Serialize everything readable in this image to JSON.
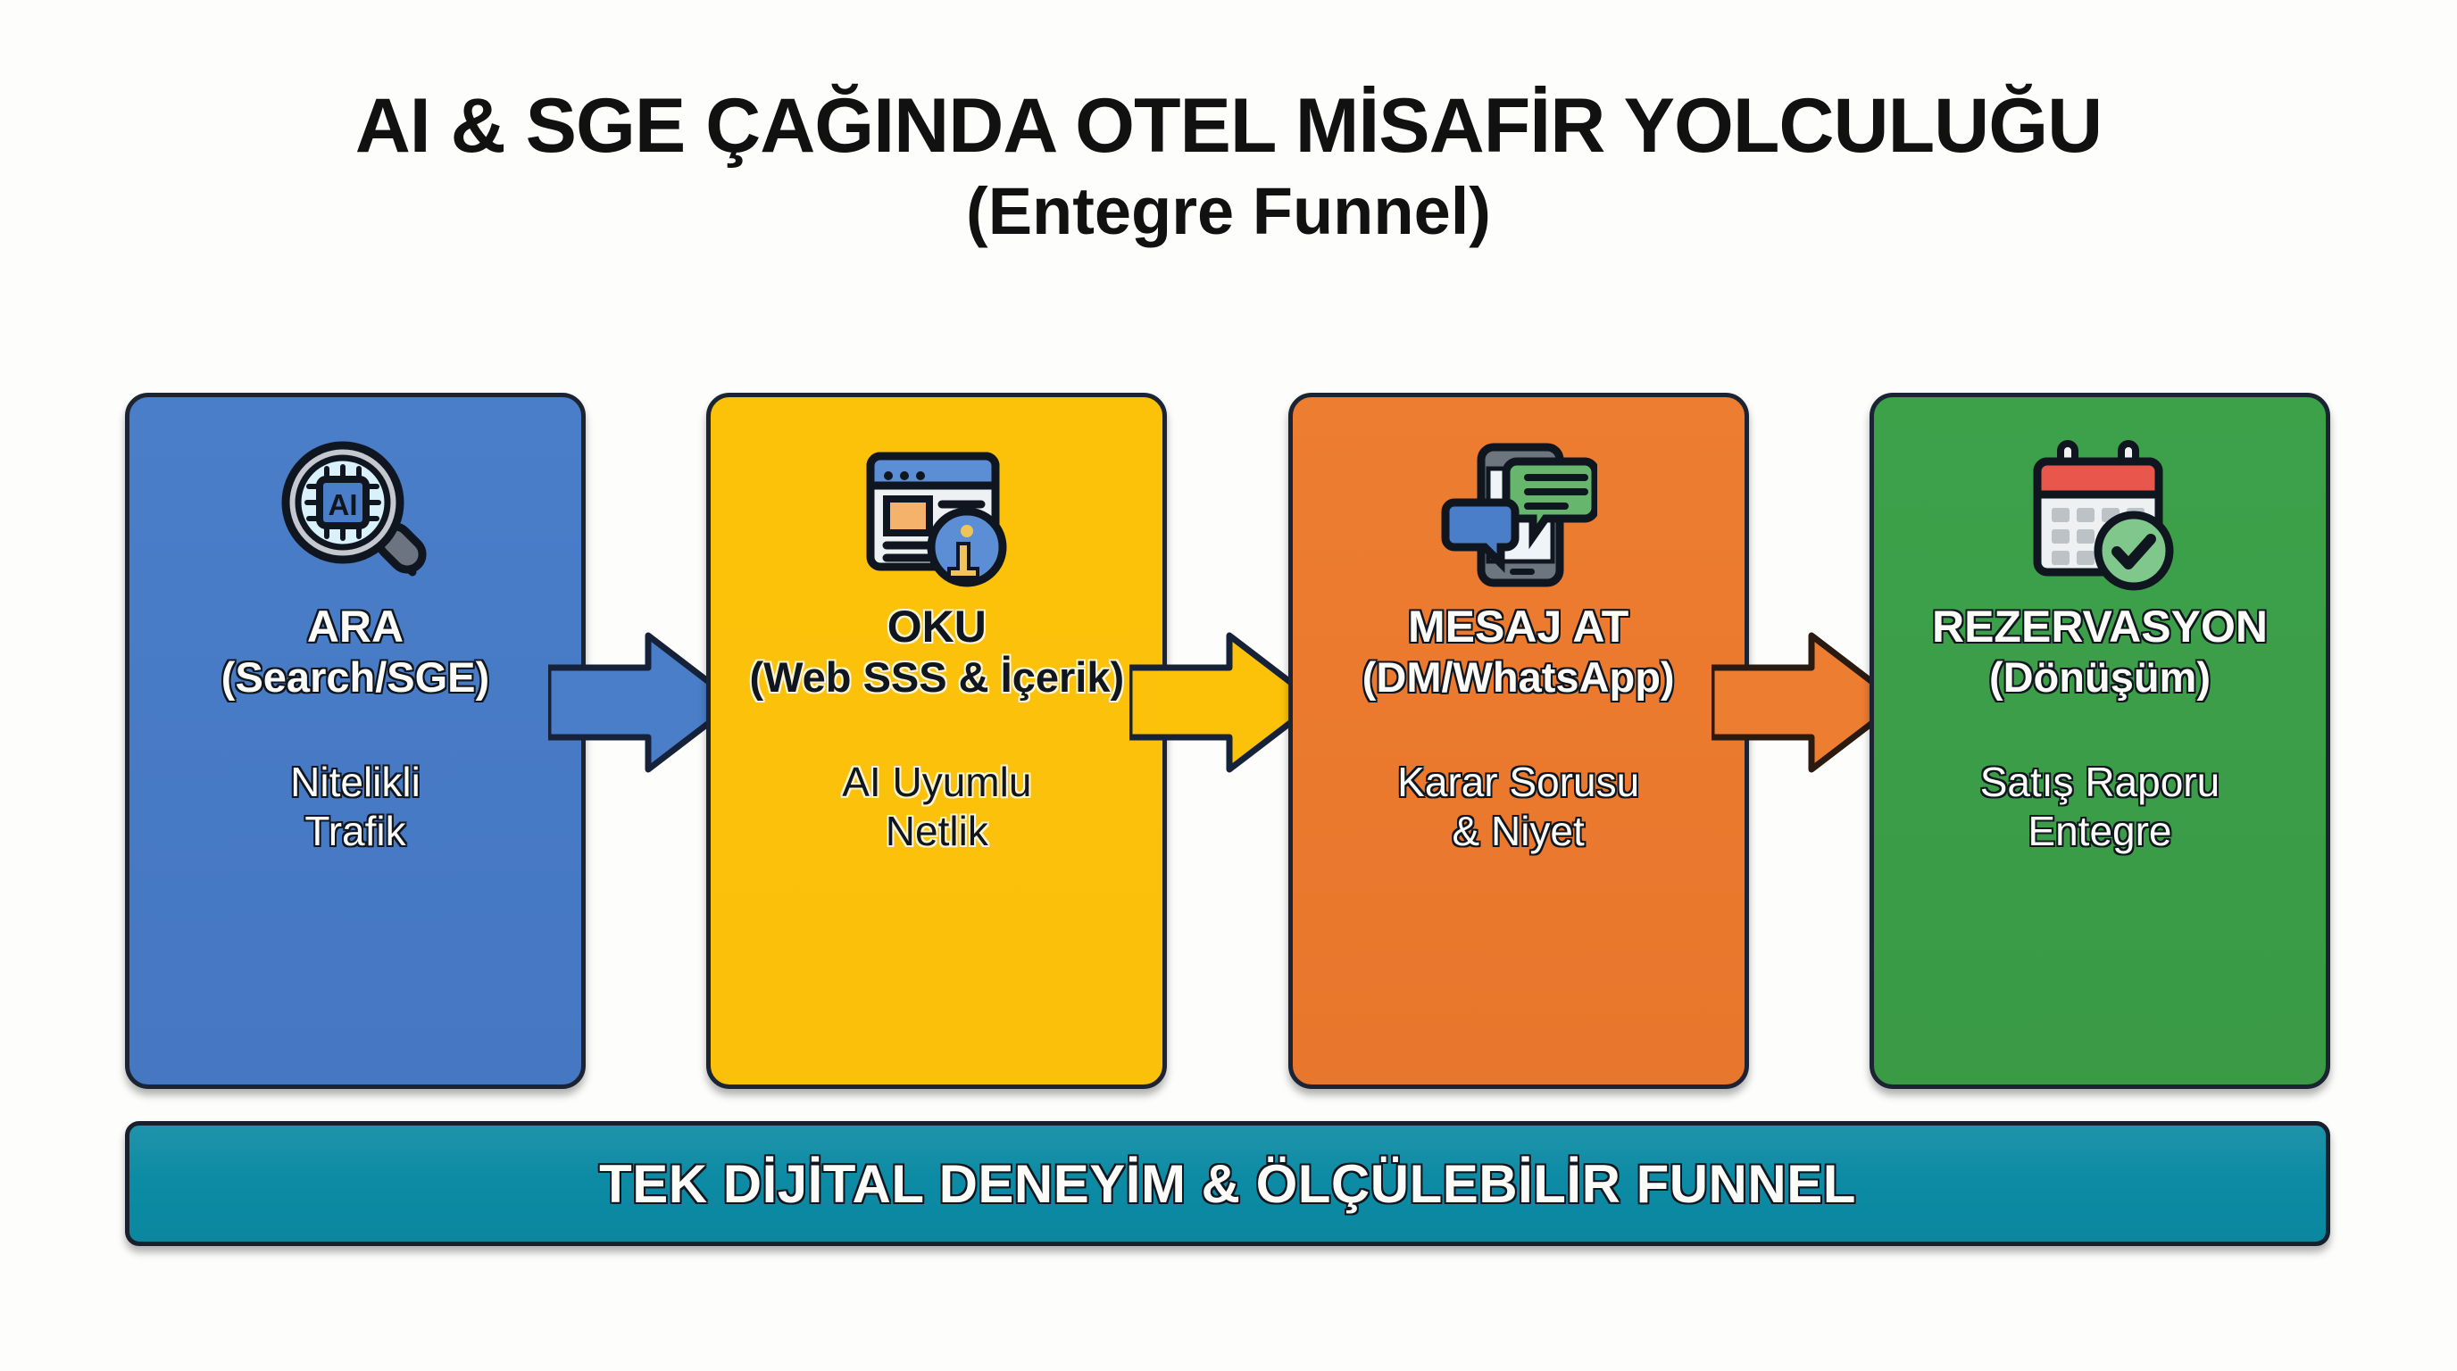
{
  "title": {
    "line1": "AI & SGE ÇAĞINDA OTEL MİSAFİR YOLCULUĞU",
    "line2": "(Entegre Funnel)"
  },
  "cards": [
    {
      "icon": "ai-magnifier-icon",
      "heading": "ARA",
      "sub": "(Search/SGE)",
      "desc_line1": "Nitelikli",
      "desc_line2": "Trafik",
      "color": "#4a7ec9",
      "text_style": "light",
      "arrow_color": "#4a7ec9"
    },
    {
      "icon": "webpage-info-icon",
      "heading": "OKU",
      "sub": "(Web SSS & İçerik)",
      "desc_line1": "AI Uyumlu",
      "desc_line2": "Netlik",
      "color": "#fcc209",
      "text_style": "dark",
      "arrow_color": "#fcc209"
    },
    {
      "icon": "phone-chat-icon",
      "heading": "MESAJ AT",
      "sub": "(DM/WhatsApp)",
      "desc_line1": "Karar Sorusu",
      "desc_line2": "& Niyet",
      "color": "#ed7d31",
      "text_style": "light",
      "arrow_color": "#ed7d31"
    },
    {
      "icon": "calendar-check-icon",
      "heading": "REZERVASYON",
      "sub": "(Dönüşüm)",
      "desc_line1": "Satış Raporu",
      "desc_line2": "Entegre",
      "color": "#3da14a",
      "text_style": "light",
      "arrow_color": "#3da14a"
    }
  ],
  "banner": {
    "text": "TEK DİJİTAL DENEYİM & ÖLÇÜLEBİLİR FUNNEL",
    "color": "#0d8ba4"
  },
  "palette": {
    "outline": "#10161f",
    "background": "#fdfdfc",
    "title_color": "#111111"
  }
}
